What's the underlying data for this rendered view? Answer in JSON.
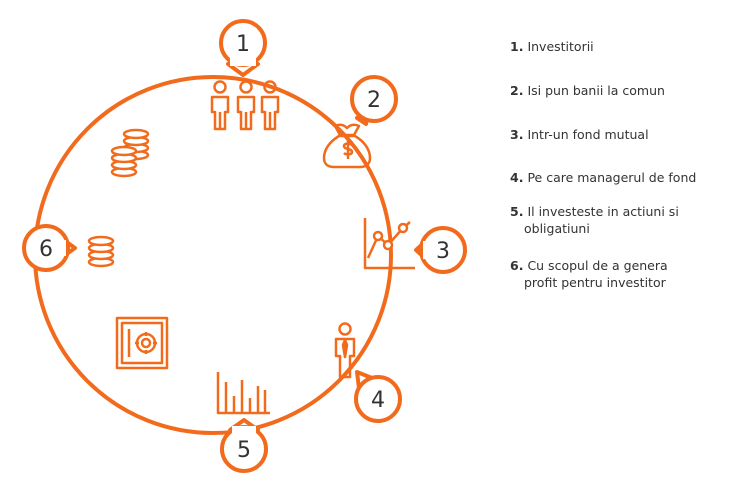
{
  "accent_color": "#f26b1d",
  "text_color": "#333333",
  "steps": [
    {
      "number": "1",
      "icon": "people-group-icon"
    },
    {
      "number": "2",
      "icon": "money-bag-icon"
    },
    {
      "number": "3",
      "icon": "line-chart-icon"
    },
    {
      "number": "4",
      "icon": "fund-manager-icon"
    },
    {
      "number": "5",
      "icon": "bar-chart-icon"
    },
    {
      "number": "6",
      "icon": "coin-stack-icon"
    }
  ],
  "legend": [
    {
      "num": "1.",
      "line1": "Investitorii",
      "line2": ""
    },
    {
      "num": "2.",
      "line1": "Isi pun banii la comun",
      "line2": ""
    },
    {
      "num": "3.",
      "line1": "Intr-un fond mutual",
      "line2": ""
    },
    {
      "num": "4.",
      "line1": "Pe care managerul de fond",
      "line2": ""
    },
    {
      "num": "5.",
      "line1": "Il investeste in actiuni si",
      "line2": "obligatiuni"
    },
    {
      "num": "6.",
      "line1": "Cu scopul de a genera",
      "line2": "profit pentru investitor"
    }
  ],
  "decorative_icons": [
    "coins-stack-icon",
    "safe-vault-icon"
  ]
}
